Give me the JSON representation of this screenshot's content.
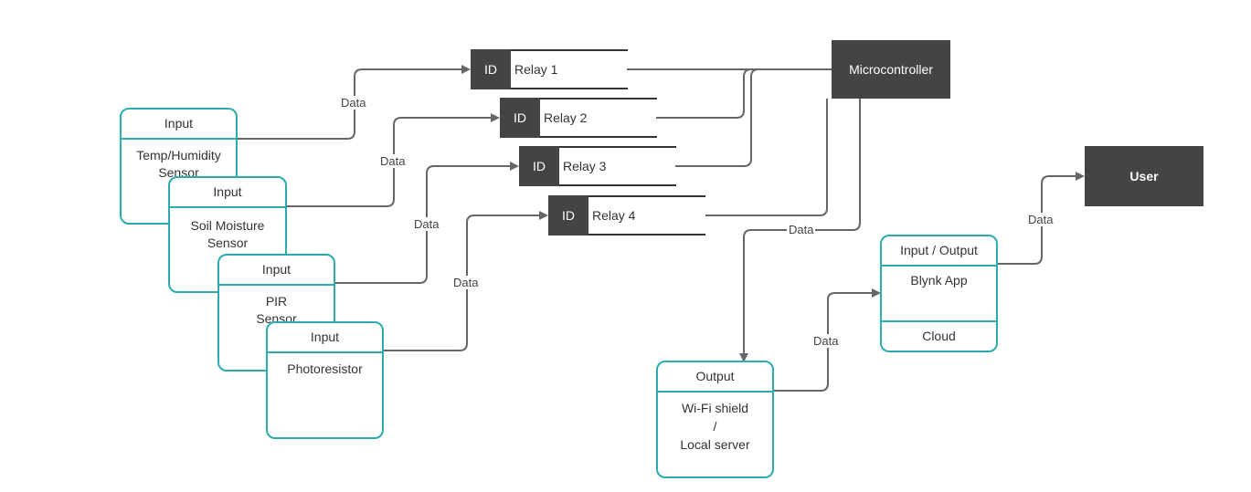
{
  "inputs": [
    {
      "header": "Input",
      "body": [
        "Temp/Humidity",
        "Sensor"
      ]
    },
    {
      "header": "Input",
      "body": [
        "Soil Moisture",
        "Sensor"
      ]
    },
    {
      "header": "Input",
      "body": [
        "PIR",
        "Sensor"
      ]
    },
    {
      "header": "Input",
      "body": [
        "Photoresistor"
      ]
    }
  ],
  "relays": [
    {
      "id": "ID",
      "label": "Relay 1"
    },
    {
      "id": "ID",
      "label": "Relay 2"
    },
    {
      "id": "ID",
      "label": "Relay 3"
    },
    {
      "id": "ID",
      "label": "Relay 4"
    }
  ],
  "microcontroller": {
    "label": "Microcontroller"
  },
  "user": {
    "label": "User"
  },
  "output": {
    "header": "Output",
    "body": [
      "Wi-Fi shield",
      "/",
      "Local server"
    ]
  },
  "blynk": {
    "header": "Input / Output",
    "body": "Blynk App",
    "footer": "Cloud"
  },
  "edge_labels": {
    "data": "Data"
  },
  "colors": {
    "accent": "#2aacb0",
    "dark": "#444444",
    "line": "#666666"
  }
}
